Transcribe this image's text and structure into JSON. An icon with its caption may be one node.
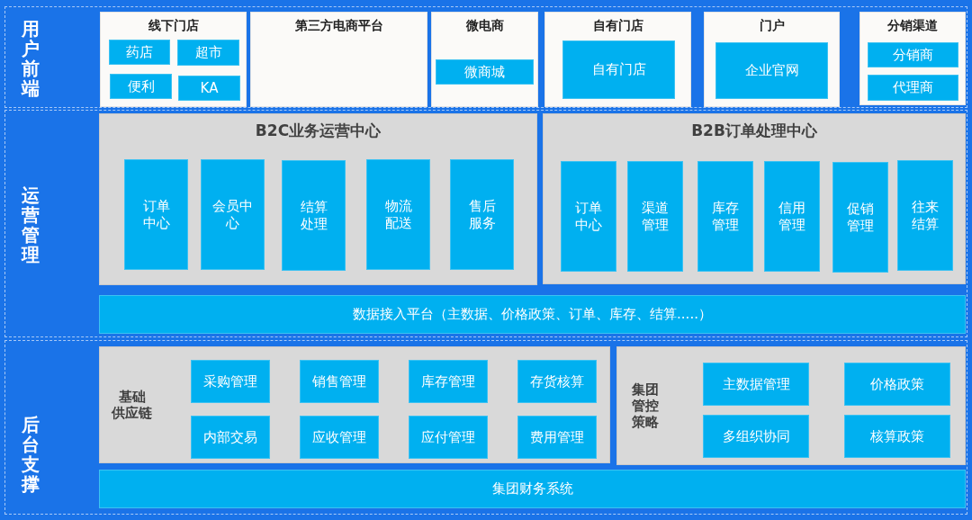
{
  "diagram": {
    "nodes": [
      {
        "text": [
          "用户前端"
        ]
      },
      {
        "text": [
          "线下门店"
        ],
        "in": 0
      },
      {
        "text": [
          "药店"
        ],
        "in": 1
      },
      {
        "text": [
          "超市"
        ],
        "in": 1
      },
      {
        "text": [
          "便利"
        ],
        "in": 1
      },
      {
        "text": [
          "KA"
        ],
        "in": 1
      },
      {
        "text": [
          "第三方电商平台"
        ],
        "in": 0
      },
      {
        "text": [
          "微电商"
        ],
        "in": 0
      },
      {
        "text": [
          "微商城"
        ],
        "in": 7
      },
      {
        "text": [
          "自有门店"
        ],
        "in": 0
      },
      {
        "text": [
          "自有门店"
        ],
        "in": 9
      },
      {
        "text": [
          "门户"
        ],
        "in": 0
      },
      {
        "text": [
          "企业官网"
        ],
        "in": 11
      },
      {
        "text": [
          "分销渠道"
        ],
        "in": 0
      },
      {
        "text": [
          "分销商"
        ],
        "in": 13
      },
      {
        "text": [
          "代理商"
        ],
        "in": 13
      },
      {
        "text": [
          "运营管理"
        ]
      },
      {
        "text": [
          "B2C业务运营中心"
        ],
        "in": 16
      },
      {
        "text": [
          "订单中心"
        ],
        "in": 17
      },
      {
        "text": [
          "会员中心"
        ],
        "in": 17
      },
      {
        "text": [
          "结算处理"
        ],
        "in": 17
      },
      {
        "text": [
          "物流配送"
        ],
        "in": 17
      },
      {
        "text": [
          "售后服务"
        ],
        "in": 17
      },
      {
        "text": [
          "B2B订单处理中心"
        ],
        "in": 16
      },
      {
        "text": [
          "订单中心"
        ],
        "in": 23
      },
      {
        "text": [
          "渠道管理"
        ],
        "in": 23
      },
      {
        "text": [
          "库存管理"
        ],
        "in": 23
      },
      {
        "text": [
          "信用管理"
        ],
        "in": 23
      },
      {
        "text": [
          "促销管理"
        ],
        "in": 23
      },
      {
        "text": [
          "往来结算"
        ],
        "in": 23
      },
      {
        "text": [
          "数据接入平台（主数据、价格政策、订单、库存、结算.....）"
        ],
        "in": 16
      },
      {
        "text": [
          "后台支撑"
        ]
      },
      {
        "text": [
          "基础供应链"
        ],
        "in": 31
      },
      {
        "text": [
          "采购管理"
        ],
        "in": 32
      },
      {
        "text": [
          "销售管理"
        ],
        "in": 32
      },
      {
        "text": [
          "库存管理"
        ],
        "in": 32
      },
      {
        "text": [
          "存货核算"
        ],
        "in": 32
      },
      {
        "text": [
          "内部交易"
        ],
        "in": 32
      },
      {
        "text": [
          "应收管理"
        ],
        "in": 32
      },
      {
        "text": [
          "应付管理"
        ],
        "in": 32
      },
      {
        "text": [
          "费用管理"
        ],
        "in": 32
      },
      {
        "text": [
          "集团管控策略"
        ],
        "in": 31
      },
      {
        "text": [
          "主数据管理"
        ],
        "in": 41
      },
      {
        "text": [
          "价格政策"
        ],
        "in": 41
      },
      {
        "text": [
          "多组织协同"
        ],
        "in": 41
      },
      {
        "text": [
          "核算政策"
        ],
        "in": 41
      },
      {
        "text": [
          "集团财务系统"
        ],
        "in": 31
      }
    ]
  }
}
